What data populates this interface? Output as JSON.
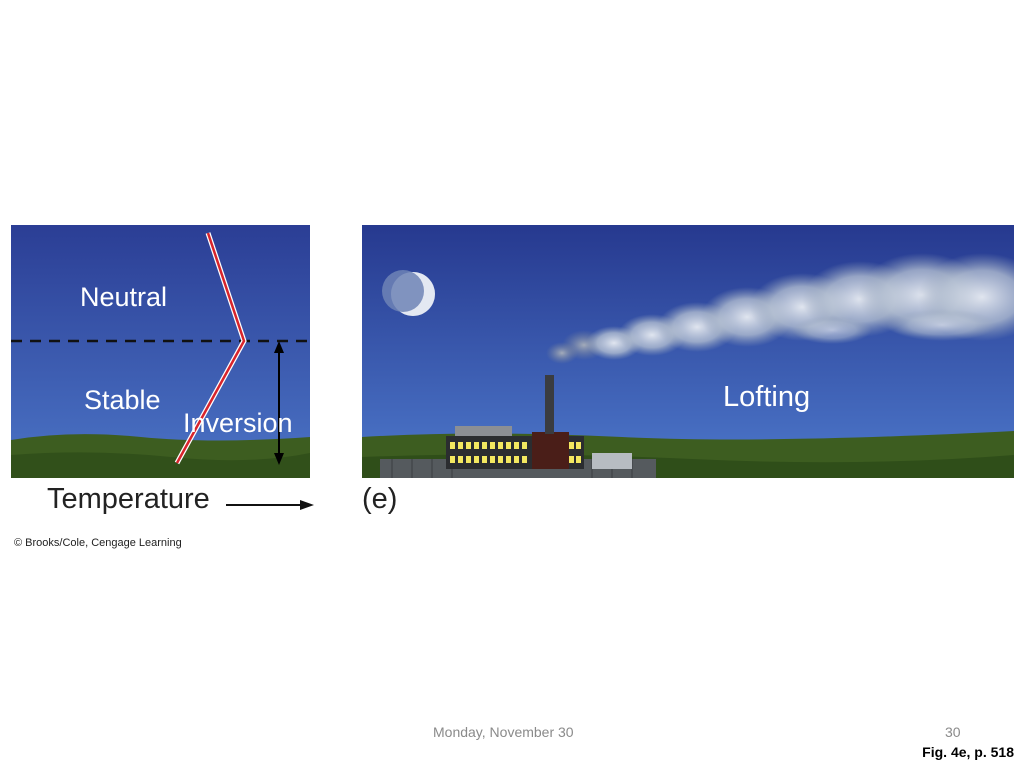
{
  "diagram": {
    "left_panel": {
      "neutral_label": "Neutral",
      "stable_label": "Stable",
      "inversion_label": "Inversion",
      "axis_label": "Temperature"
    },
    "right_panel": {
      "plume_label": "Lofting",
      "panel_letter": "(e)"
    },
    "credit": "© Brooks/Cole, Cengage Learning"
  },
  "footer": {
    "date": "Monday, November 30",
    "page_number": "30",
    "figure_ref": "Fig. 4e, p. 518"
  },
  "colors": {
    "sky_top": "#2a3f97",
    "sky_bottom": "#4a74c8",
    "ground": "#3f5f22",
    "temperature_line": "#d8242c",
    "window_light": "#f3e860"
  },
  "icons": [
    "moon-icon",
    "smokestack-icon",
    "factory-icon",
    "arrow-icon"
  ]
}
